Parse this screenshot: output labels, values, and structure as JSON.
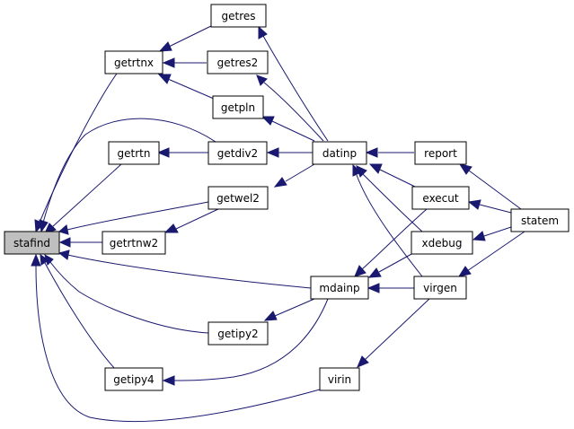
{
  "colors": {
    "edge": "#191970",
    "highlight_fill": "#bfbfbf",
    "node_fill": "#ffffff",
    "node_border": "#000000"
  },
  "nodes": {
    "stafind": "stafind",
    "getrtnx": "getrtnx",
    "getres": "getres",
    "getres2": "getres2",
    "getpln": "getpln",
    "getrtn": "getrtn",
    "getdiv2": "getdiv2",
    "datinp": "datinp",
    "report": "report",
    "getwel2": "getwel2",
    "execut": "execut",
    "statem": "statem",
    "getrtnw2": "getrtnw2",
    "xdebug": "xdebug",
    "mdainp": "mdainp",
    "virgen": "virgen",
    "getipy2": "getipy2",
    "getipy4": "getipy4",
    "virin": "virin"
  }
}
